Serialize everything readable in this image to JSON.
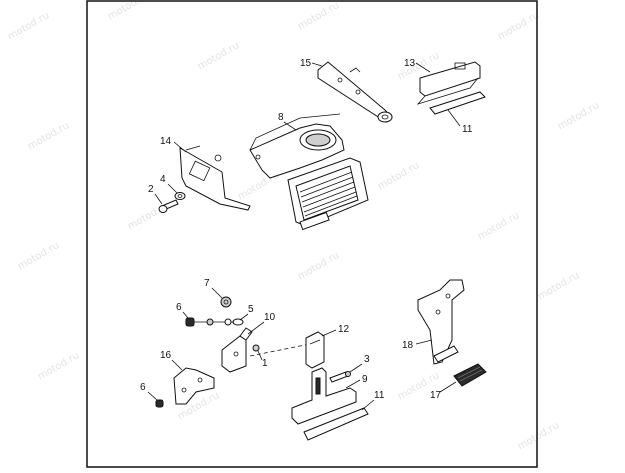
{
  "watermark": "motod.ru",
  "callouts": [
    "15",
    "13",
    "8",
    "11",
    "14",
    "4",
    "2",
    "7",
    "6",
    "5",
    "10",
    "12",
    "16",
    "1",
    "3",
    "9",
    "18",
    "6",
    "11",
    "17"
  ]
}
